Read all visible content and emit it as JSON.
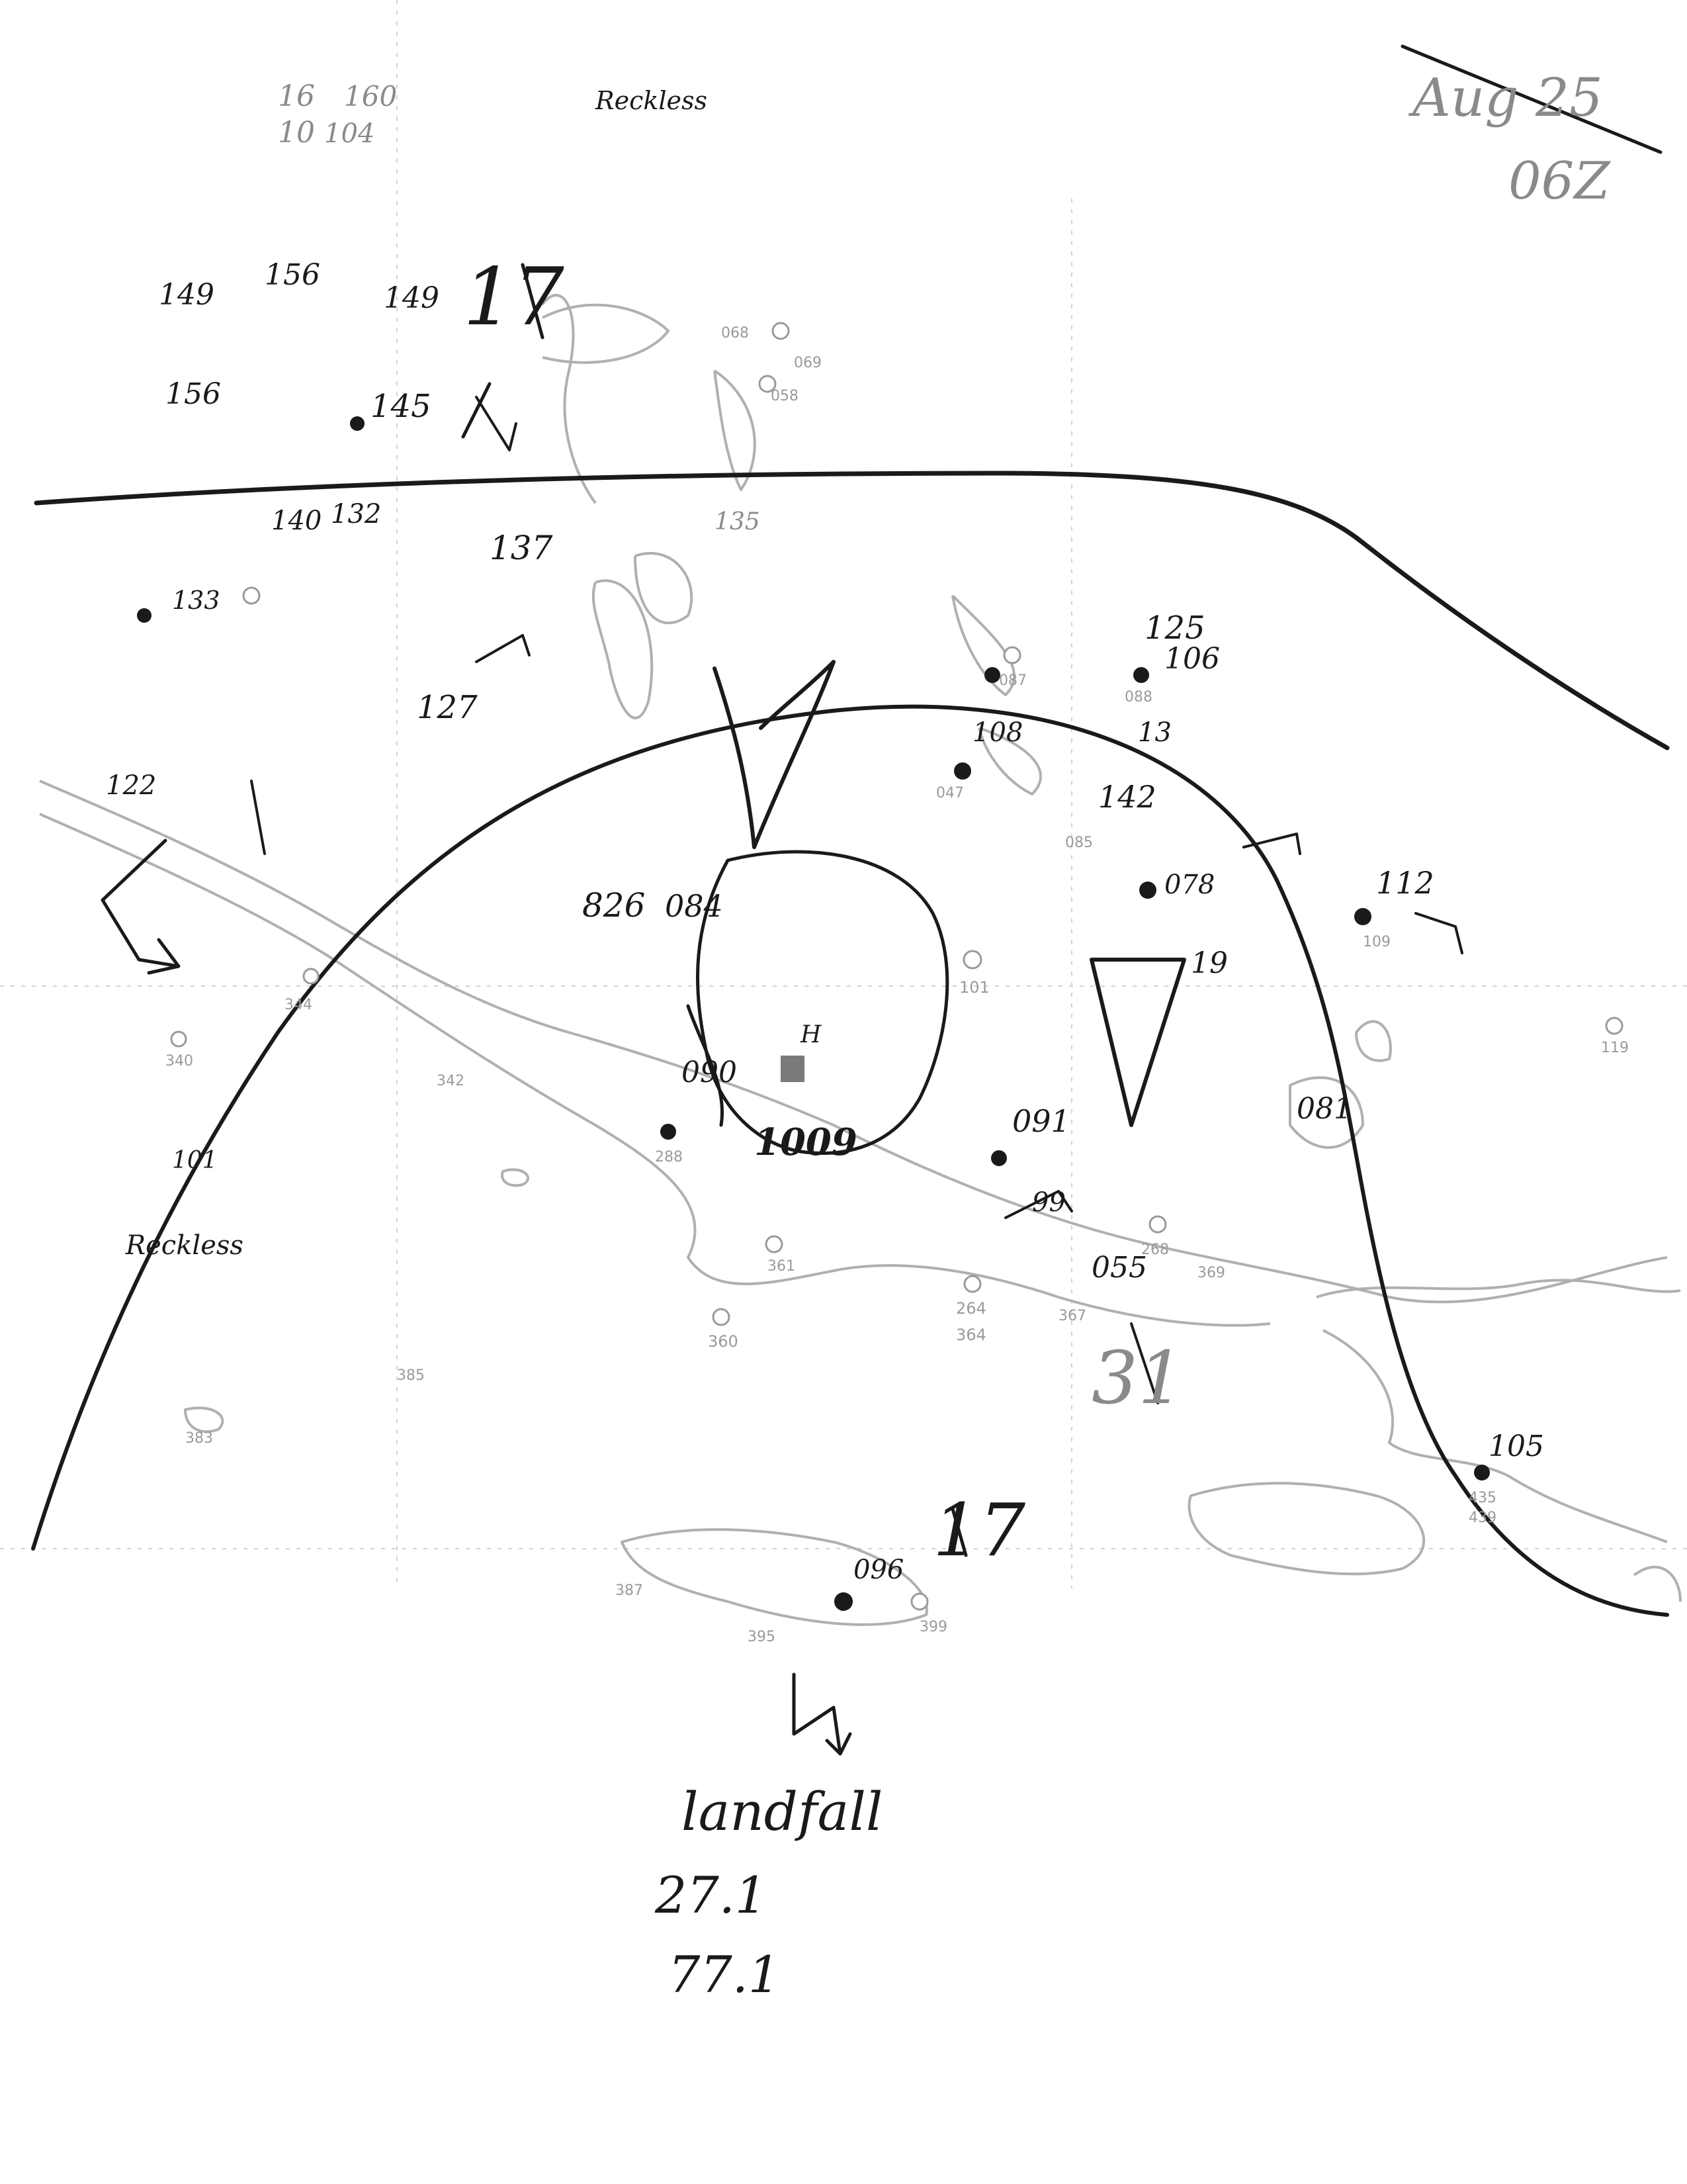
{
  "header": {
    "date": "Aug 25",
    "time": "06Z"
  },
  "center": {
    "high_marker": "H",
    "pressure": "1009"
  },
  "landfall": {
    "label": "landfall",
    "lat": "27.1",
    "lon": "77.1"
  },
  "handwritten_values": {
    "top_left_a": "16",
    "top_left_b": "10",
    "top_left_c": "160",
    "top_left_d": "104",
    "top_note": "Reckless",
    "nw_1": "149",
    "nw_2": "156",
    "nw_3": "149",
    "nw_4": "156",
    "nw_5": "145",
    "nw_6": "17",
    "mid_1": "140",
    "mid_2": "132",
    "mid_3": "137",
    "mid_4": "133",
    "mid_5": "135",
    "mid_6": "127",
    "east_1": "125",
    "east_2": "106",
    "east_3": "13",
    "east_4": "108",
    "east_5": "142",
    "east_6": "078",
    "east_7": "19",
    "east_8": "112",
    "east_9": "081",
    "center_1": "826",
    "center_2": "084",
    "center_3": "090",
    "south_1": "091",
    "south_2": "99",
    "south_3": "055",
    "south_4": "17",
    "south_5": "31",
    "haiti_1": "105",
    "jam_1": "096",
    "west_1": "122",
    "west_2": "101",
    "west_note": "Reckless"
  },
  "station_ids": [
    "068",
    "069",
    "058",
    "087",
    "088",
    "047",
    "085",
    "101",
    "109",
    "119",
    "288",
    "342",
    "340",
    "344",
    "360",
    "361",
    "264",
    "364",
    "367",
    "268",
    "369",
    "385",
    "383",
    "387",
    "395",
    "399",
    "435",
    "439"
  ]
}
